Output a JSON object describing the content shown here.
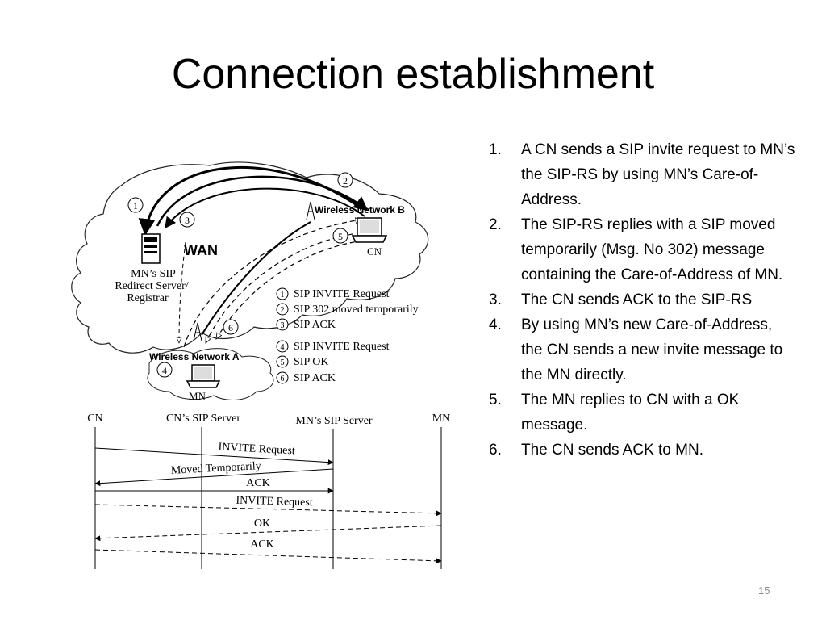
{
  "slide": {
    "title": "Connection establishment",
    "page_number": "15",
    "steps": [
      {
        "num": "1.",
        "text": "A CN sends a SIP invite request to MN’s the SIP-RS by using MN’s  Care-of-Address."
      },
      {
        "num": "2.",
        "text": "The SIP-RS replies with a SIP moved temporarily (Msg. No 302) message containing the Care-of-Address of MN."
      },
      {
        "num": "3.",
        "text": "The CN sends ACK to the SIP-RS"
      },
      {
        "num": "4.",
        "text": "By using MN’s new Care-of-Address, the CN sends a new invite message to the MN directly."
      },
      {
        "num": "5.",
        "text": "The MN replies to CN with a OK message."
      },
      {
        "num": "6.",
        "text": "The CN sends ACK to MN."
      }
    ]
  },
  "network_diagram": {
    "wan_label": "WAN",
    "server_label_lines": [
      "MN’s SIP",
      "Redirect Server/",
      "Registrar"
    ],
    "network_b_label": "Wireless Network B",
    "network_a_label": "Wireless Network A",
    "cn_label": "CN",
    "mn_label": "MN",
    "step_markers": [
      "1",
      "2",
      "3",
      "4",
      "5",
      "6"
    ],
    "legend": [
      {
        "num": "1",
        "text": "SIP INVITE Request"
      },
      {
        "num": "2",
        "text": "SIP 302 moved temporarily"
      },
      {
        "num": "3",
        "text": "SIP ACK"
      },
      {
        "num": "4",
        "text": "SIP INVITE Request"
      },
      {
        "num": "5",
        "text": "SIP OK"
      },
      {
        "num": "6",
        "text": "SIP ACK"
      }
    ]
  },
  "sequence_diagram": {
    "lanes": [
      "CN",
      "CN’s SIP Server",
      "MN’s SIP Server",
      "MN"
    ],
    "messages": [
      "INVITE Request",
      "Moved Temporarily",
      "ACK",
      "INVITE Request",
      "OK",
      "ACK"
    ]
  }
}
